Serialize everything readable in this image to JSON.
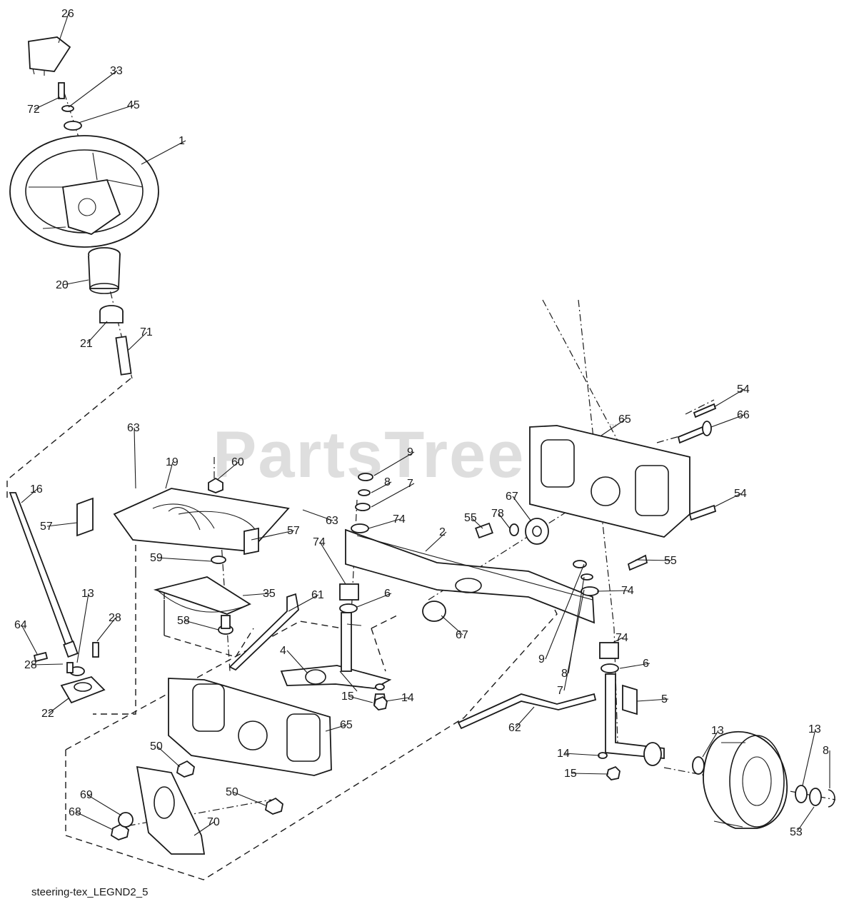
{
  "watermark": {
    "text": "PartsTree",
    "trademark": "™"
  },
  "caption": "steering-tex_LEGND2_5",
  "callouts": [
    "26",
    "33",
    "72",
    "45",
    "1",
    "20",
    "21",
    "71",
    "63",
    "19",
    "60",
    "16",
    "57",
    "57",
    "63",
    "59",
    "35",
    "58",
    "64",
    "13",
    "28",
    "28",
    "22",
    "61",
    "4",
    "15",
    "14",
    "9",
    "8",
    "7",
    "74",
    "74",
    "6",
    "2",
    "55",
    "78",
    "67",
    "67",
    "9",
    "8",
    "7",
    "74",
    "55",
    "65",
    "54",
    "66",
    "54",
    "74",
    "6",
    "5",
    "62",
    "14",
    "15",
    "13",
    "13",
    "8",
    "53",
    "65",
    "50",
    "50",
    "69",
    "68",
    "70"
  ]
}
